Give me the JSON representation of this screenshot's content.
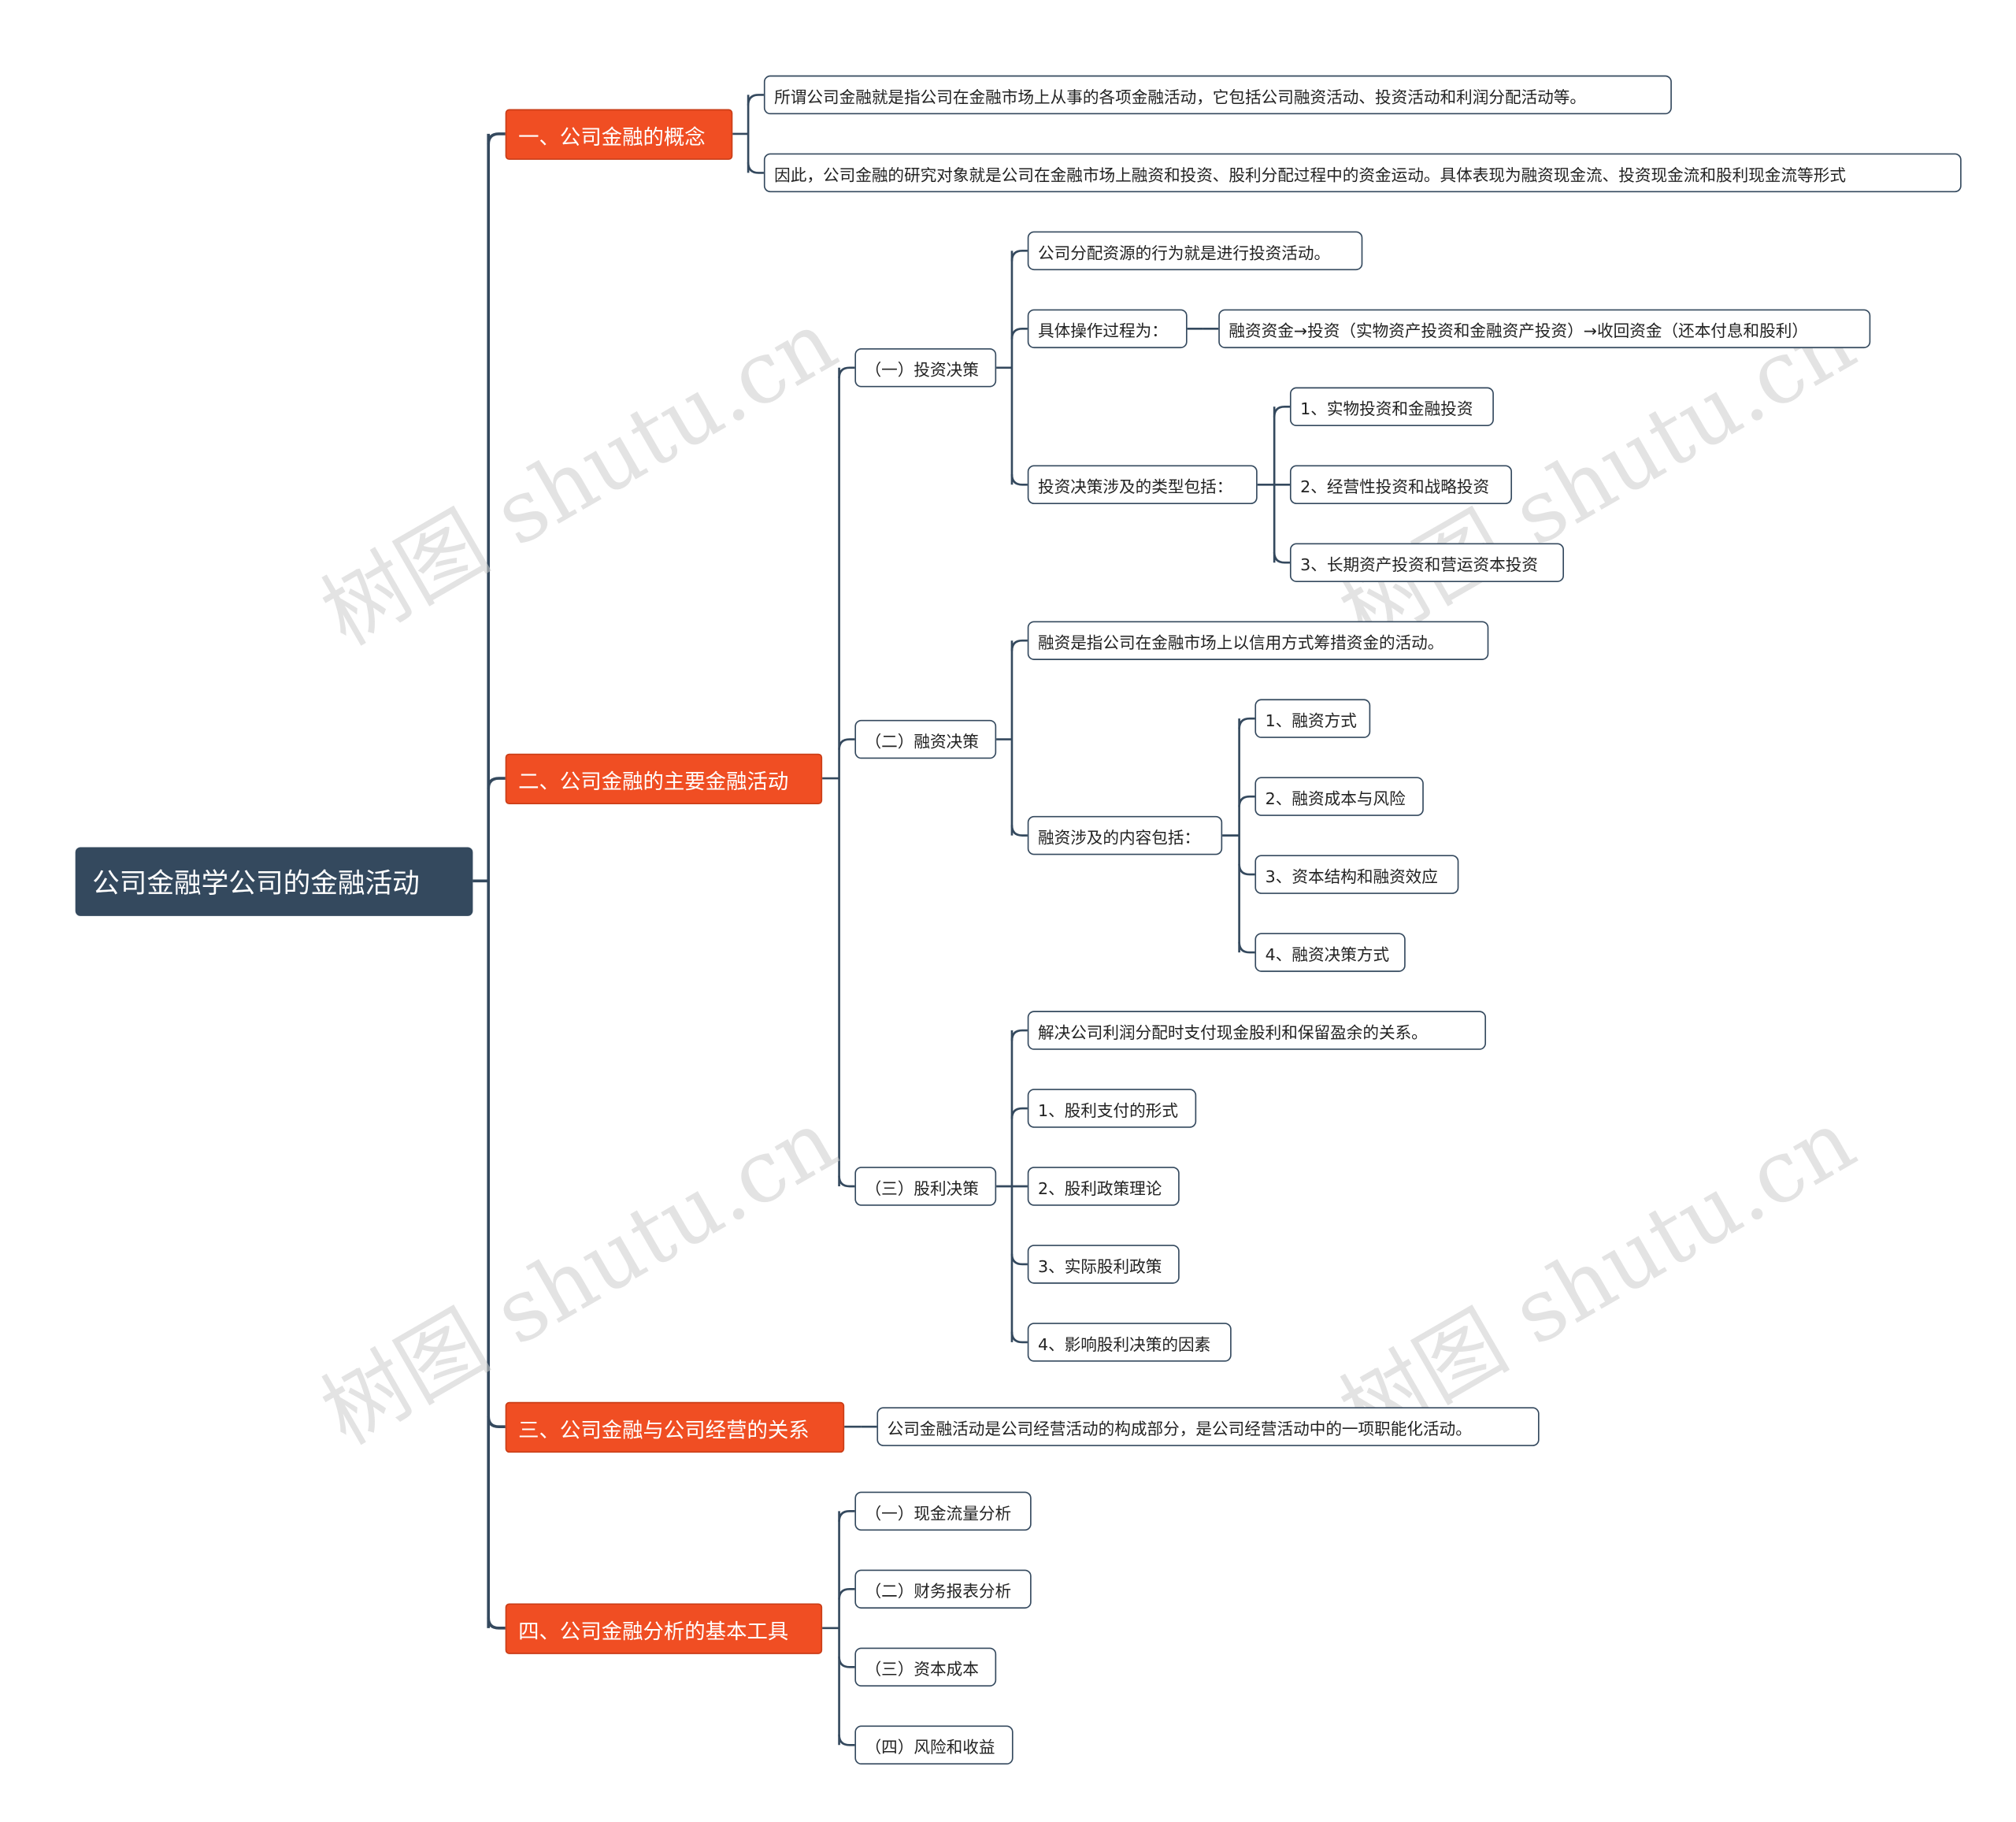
{
  "root": {
    "label": "公司金融学公司的金融活动"
  },
  "concept": {
    "label": "一、公司金融的概念",
    "items": [
      "所谓公司金融就是指公司在金融市场上从事的各项金融活动，它包括公司融资活动、投资活动和利润分配活动等。",
      "因此，公司金融的研究对象就是公司在金融市场上融资和投资、股利分配过程中的资金运动。具体表现为融资现金流、投资现金流和股利现金流等形式"
    ]
  },
  "activities": {
    "label": "二、公司金融的主要金融活动",
    "investment": {
      "label": "（一）投资决策",
      "definition": "公司分配资源的行为就是进行投资活动。",
      "process_label": "具体操作过程为：",
      "process_value": "融资资金→投资（实物资产投资和金融资产投资）→收回资金（还本付息和股利）",
      "types_label": "投资决策涉及的类型包括：",
      "types": [
        "1、实物投资和金融投资",
        "2、经营性投资和战略投资",
        "3、长期资产投资和营运资本投资"
      ]
    },
    "financing": {
      "label": "（二）融资决策",
      "definition": "融资是指公司在金融市场上以信用方式筹措资金的活动。",
      "content_label": "融资涉及的内容包括：",
      "contents": [
        "1、融资方式",
        "2、融资成本与风险",
        "3、资本结构和融资效应",
        "4、融资决策方式"
      ]
    },
    "dividend": {
      "label": "（三）股利决策",
      "items": [
        "解决公司利润分配时支付现金股利和保留盈余的关系。",
        "1、股利支付的形式",
        "2、股利政策理论",
        "3、实际股利政策",
        "4、影响股利决策的因素"
      ]
    }
  },
  "relation": {
    "label": "三、公司金融与公司经营的关系",
    "item": "公司金融活动是公司经营活动的构成部分，是公司经营活动中的一项职能化活动。"
  },
  "tools": {
    "label": "四、公司金融分析的基本工具",
    "items": [
      "（一）现金流量分析",
      "（二）财务报表分析",
      "（三）资本成本",
      "（四）风险和收益"
    ]
  },
  "watermark": "树图 shutu.cn",
  "colors": {
    "root": "#34495e",
    "main": "#f04e23",
    "line": "#34495e"
  }
}
